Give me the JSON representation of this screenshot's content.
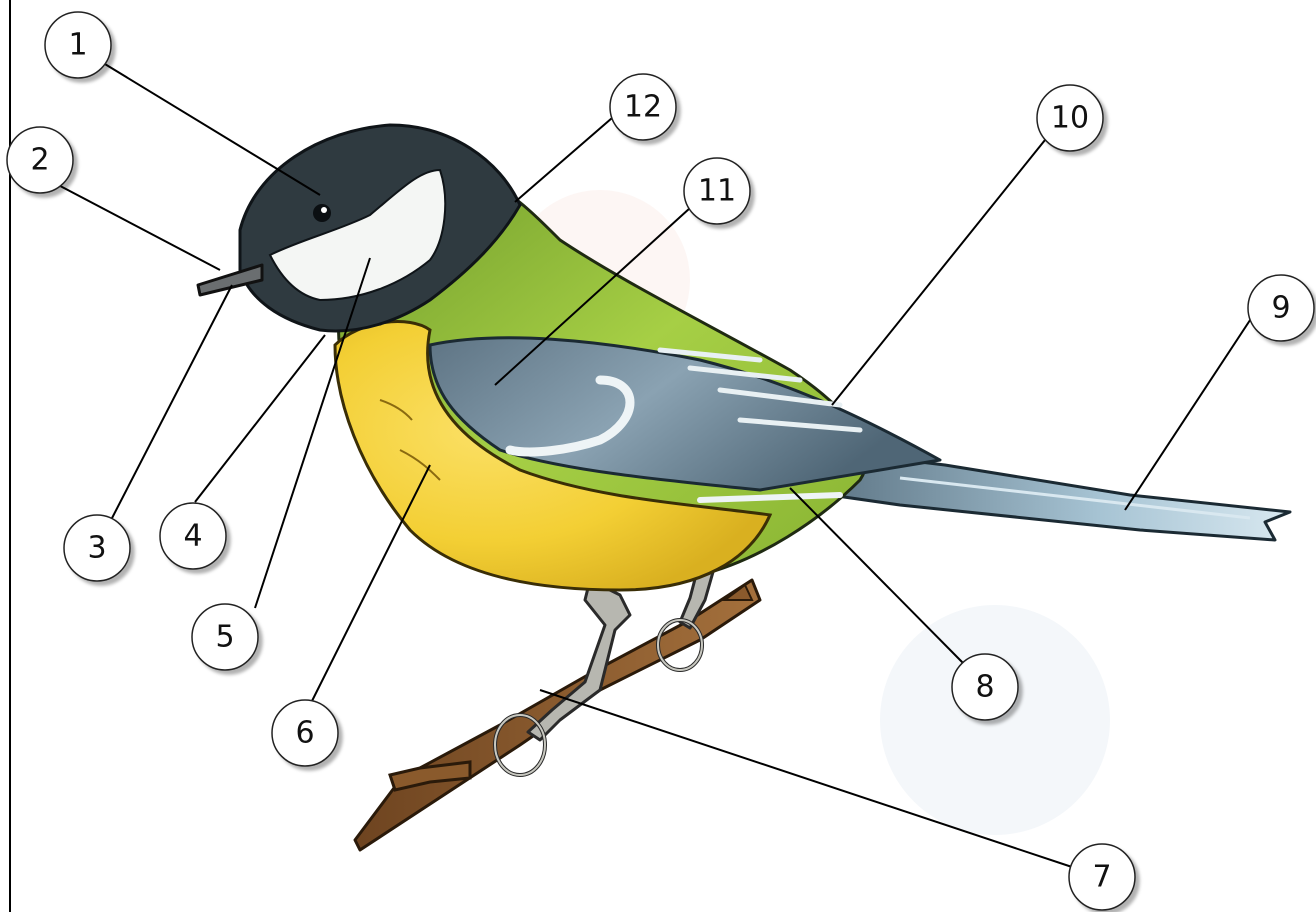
{
  "colors": {
    "background": "#ffffff",
    "leader_line": "#000000",
    "cap": "#2f3a40",
    "cheek": "#f4f6f4",
    "back_green": "#93c23a",
    "breast_yellow": "#f3cf34",
    "wing_blue": "#7e96a6",
    "tail_blue": "#8fb0c2",
    "branch": "#8a5a2c",
    "legs": "#b7b7b0"
  },
  "labels": [
    {
      "id": "1",
      "text": "1"
    },
    {
      "id": "2",
      "text": "2"
    },
    {
      "id": "3",
      "text": "3"
    },
    {
      "id": "4",
      "text": "4"
    },
    {
      "id": "5",
      "text": "5"
    },
    {
      "id": "6",
      "text": "6"
    },
    {
      "id": "7",
      "text": "7"
    },
    {
      "id": "8",
      "text": "8"
    },
    {
      "id": "9",
      "text": "9"
    },
    {
      "id": "10",
      "text": "10"
    },
    {
      "id": "11",
      "text": "11"
    },
    {
      "id": "12",
      "text": "12"
    }
  ]
}
